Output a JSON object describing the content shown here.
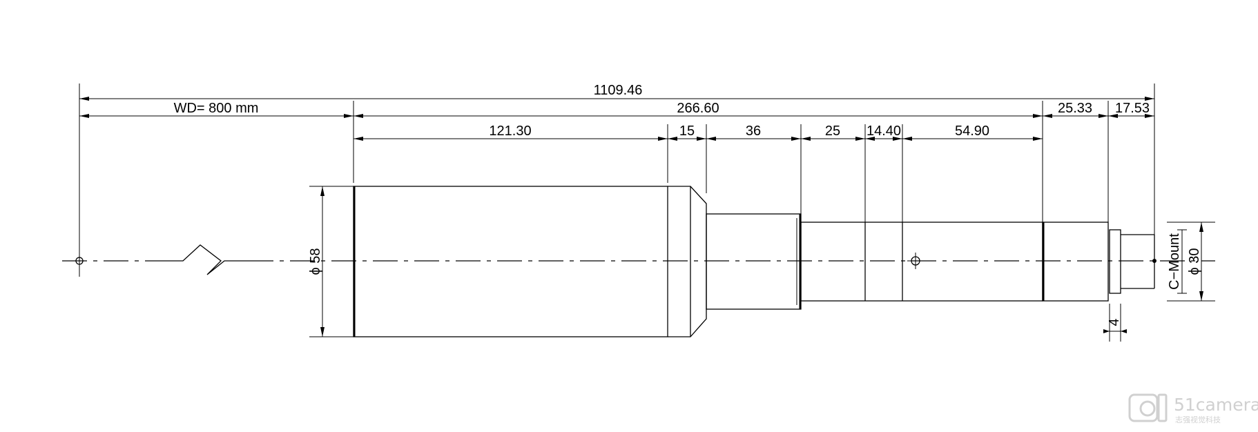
{
  "dimensions": {
    "overall_length": "1109.46",
    "working_distance": "WD= 800 mm",
    "lens_length": "266.60",
    "seg_front": "121.30",
    "seg_taper": "15",
    "seg_mid": "36",
    "seg_barrel_a": "25",
    "seg_barrel_b": "14.40",
    "seg_barrel_c": "54.90",
    "seg_rear_body": "25.33",
    "seg_flange": "17.53",
    "diameter_front": "ϕ 58",
    "diameter_mount": "ϕ 30",
    "mount_type": "C−Mount",
    "mount_thread": "4"
  },
  "watermark": {
    "brand": "51camera",
    "tagline": "志强视觉科技"
  },
  "colors": {
    "line": "#000000",
    "background": "#ffffff",
    "watermark": "#d0d0d0"
  }
}
